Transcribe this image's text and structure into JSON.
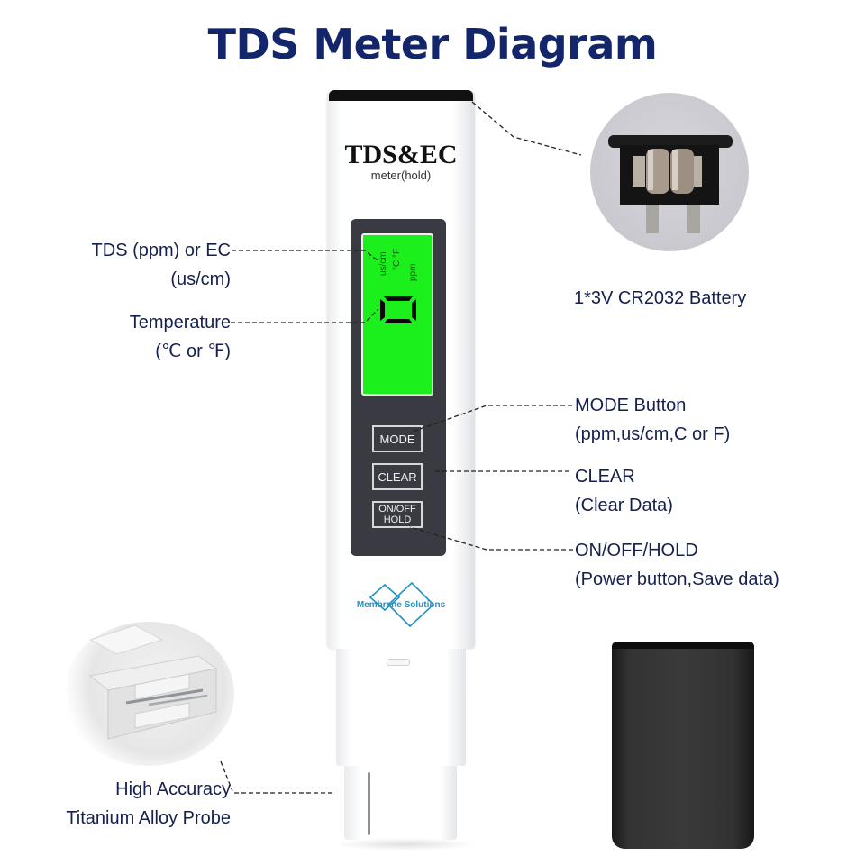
{
  "title": "TDS Meter Diagram",
  "meter": {
    "brand_title": "TDS&EC",
    "brand_subtitle": "meter(hold)",
    "lcd": {
      "units": [
        "us/cm",
        "°C °F",
        "ppm"
      ],
      "display_value": "0",
      "color": "#1cf01c"
    },
    "buttons": {
      "mode": "MODE",
      "clear": "CLEAR",
      "onoff_line1": "ON/OFF",
      "onoff_line2": "HOLD"
    },
    "logo_text": "Membrane Solutions",
    "logo_color": "#1f93c8"
  },
  "callouts": {
    "tds": {
      "line1": "TDS (ppm) or EC",
      "line2": "(us/cm)"
    },
    "temperature": {
      "line1": "Temperature",
      "line2": "(℃ or ℉)"
    },
    "mode": {
      "line1": "MODE Button",
      "line2": "(ppm,us/cm,C or F)"
    },
    "clear": {
      "line1": "CLEAR",
      "line2": "(Clear Data)"
    },
    "onoff": {
      "line1": "ON/OFF/HOLD",
      "line2": "(Power button,Save data)"
    },
    "battery": {
      "line1": "1*3V CR2032 Battery"
    },
    "probe": {
      "line1": "High Accuracy",
      "line2": "Titanium Alloy Probe"
    }
  },
  "colors": {
    "title": "#13256b",
    "label": "#15204f",
    "panel": "#3a3b42",
    "cap": "#333333"
  }
}
